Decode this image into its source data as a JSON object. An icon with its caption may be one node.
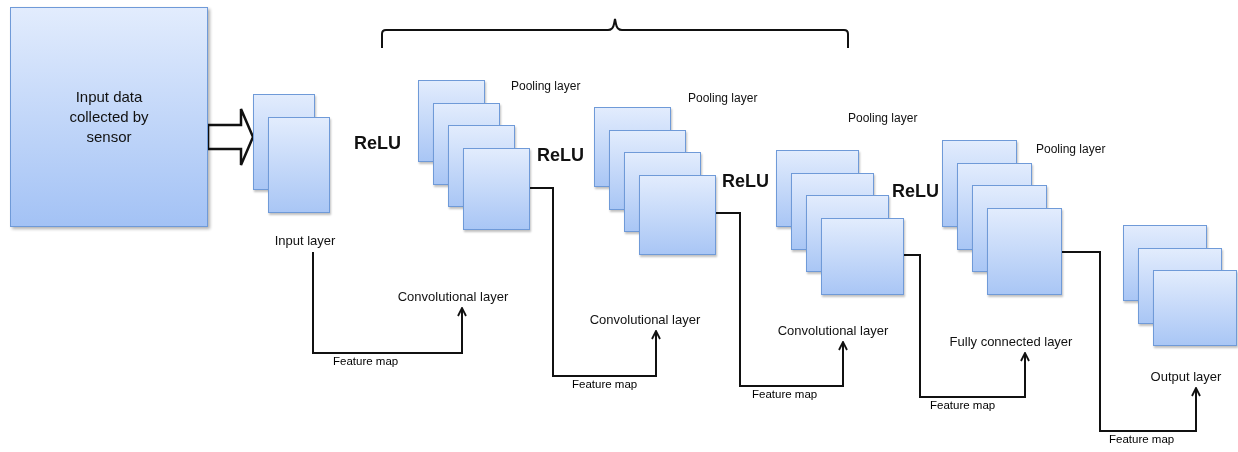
{
  "diagram": {
    "nodes": [
      {
        "text": [
          "Input data collected by sensor"
        ]
      },
      {
        "text": [],
        "shape": "box"
      },
      {
        "text": [
          "Input layer"
        ]
      },
      {
        "text": [],
        "shape": "box"
      },
      {
        "text": [
          "Convolutional layer"
        ]
      },
      {
        "text": [],
        "shape": "box"
      },
      {
        "text": [
          "Convolutional layer"
        ]
      },
      {
        "text": [],
        "shape": "box"
      },
      {
        "text": [
          "Convolutional layer"
        ]
      },
      {
        "text": [],
        "shape": "box"
      },
      {
        "text": [
          "Fully connected layer"
        ]
      },
      {
        "text": [],
        "shape": "box"
      },
      {
        "text": [
          "Output layer"
        ]
      }
    ],
    "edges": [
      {
        "from": 0,
        "to": 1,
        "arrow": "to",
        "style": "thick"
      },
      {
        "from": 2,
        "to": 4,
        "arrow": "to",
        "label": "Feature map"
      },
      {
        "from": 3,
        "to": 6,
        "arrow": "to",
        "label": "Feature map"
      },
      {
        "from": 5,
        "to": 8,
        "arrow": "to",
        "label": "Feature map"
      },
      {
        "from": 7,
        "to": 10,
        "arrow": "to",
        "label": "Feature map"
      },
      {
        "from": 9,
        "to": 12,
        "arrow": "to",
        "label": "Feature map"
      }
    ],
    "labels": [
      "Pooling layer",
      "Pooling layer",
      "Pooling layer",
      "ReLU",
      "ReLU",
      "Pooling layer",
      "ReLU",
      "ReLU"
    ]
  }
}
